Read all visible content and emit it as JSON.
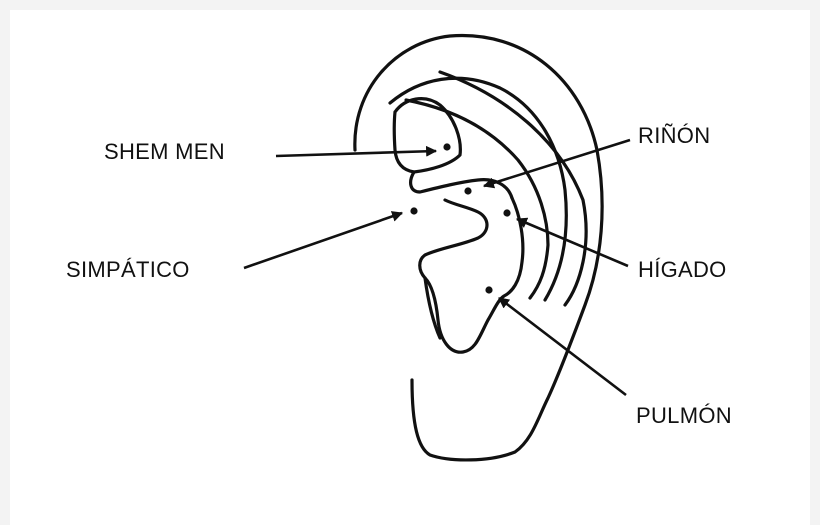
{
  "points": {
    "shem_men": "SHEM MEN",
    "rinon": "RIÑÓN",
    "simpatico": "SIMPÁTICO",
    "higado": "HÍGADO",
    "pulmon": "PULMÓN"
  },
  "colors": {
    "ink": "#111111",
    "background": "#ffffff",
    "outer_frame": "#f3f3f3"
  }
}
